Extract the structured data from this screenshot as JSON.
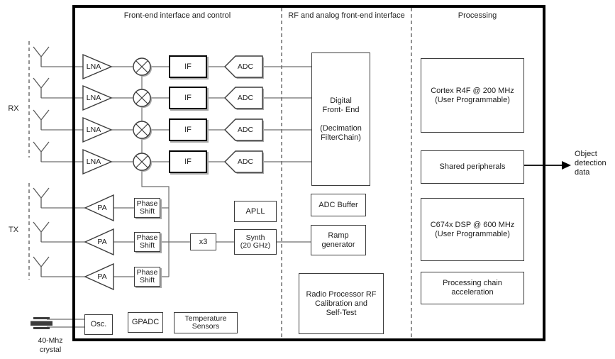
{
  "sections": [
    {
      "label": "Front-end interface and control"
    },
    {
      "label": "RF and analog front-end interface"
    },
    {
      "label": "Processing"
    }
  ],
  "side_labels": {
    "rx": "RX",
    "tx": "TX"
  },
  "crystal": {
    "label_line1": "40-Mhz",
    "label_line2": "crystal"
  },
  "rx_rows": [
    {
      "lna": "LNA",
      "if": "IF",
      "adc": "ADC"
    },
    {
      "lna": "LNA",
      "if": "IF",
      "adc": "ADC"
    },
    {
      "lna": "LNA",
      "if": "IF",
      "adc": "ADC"
    },
    {
      "lna": "LNA",
      "if": "IF",
      "adc": "ADC"
    }
  ],
  "tx_rows": [
    {
      "pa": "PA",
      "phase_shift_line1": "Phase",
      "phase_shift_line2": "Shift"
    },
    {
      "pa": "PA",
      "phase_shift_line1": "Phase",
      "phase_shift_line2": "Shift"
    },
    {
      "pa": "PA",
      "phase_shift_line1": "Phase",
      "phase_shift_line2": "Shift"
    }
  ],
  "lo_chain": {
    "apll": "APLL",
    "x3": "x3",
    "synth_line1": "Synth",
    "synth_line2": "(20 GHz)"
  },
  "aux_blocks": {
    "osc": "Osc.",
    "gpadc": "GPADC",
    "temp_line1": "Temperature",
    "temp_line2": "Sensors"
  },
  "rf_interface": {
    "dfe_line1": "Digital",
    "dfe_line2": "Front- End",
    "dfe_line3": "(Decimation",
    "dfe_line4": "FilterChain)",
    "adc_buffer": "ADC Buffer",
    "ramp_line1": "Ramp",
    "ramp_line2": "generator",
    "radio_line1": "Radio Processor RF",
    "radio_line2": "Calibration and",
    "radio_line3": "Self-Test"
  },
  "processing": {
    "cortex_line1": "Cortex R4F @ 200 MHz",
    "cortex_line2": "(User Programmable)",
    "shared": "Shared peripherals",
    "dsp_line1": "C674x DSP @ 600 MHz",
    "dsp_line2": "(User Programmable)",
    "accel_line1": "Processing chain",
    "accel_line2": "acceleration"
  },
  "output": {
    "line1": "Object",
    "line2": "detection",
    "line3": "data"
  }
}
